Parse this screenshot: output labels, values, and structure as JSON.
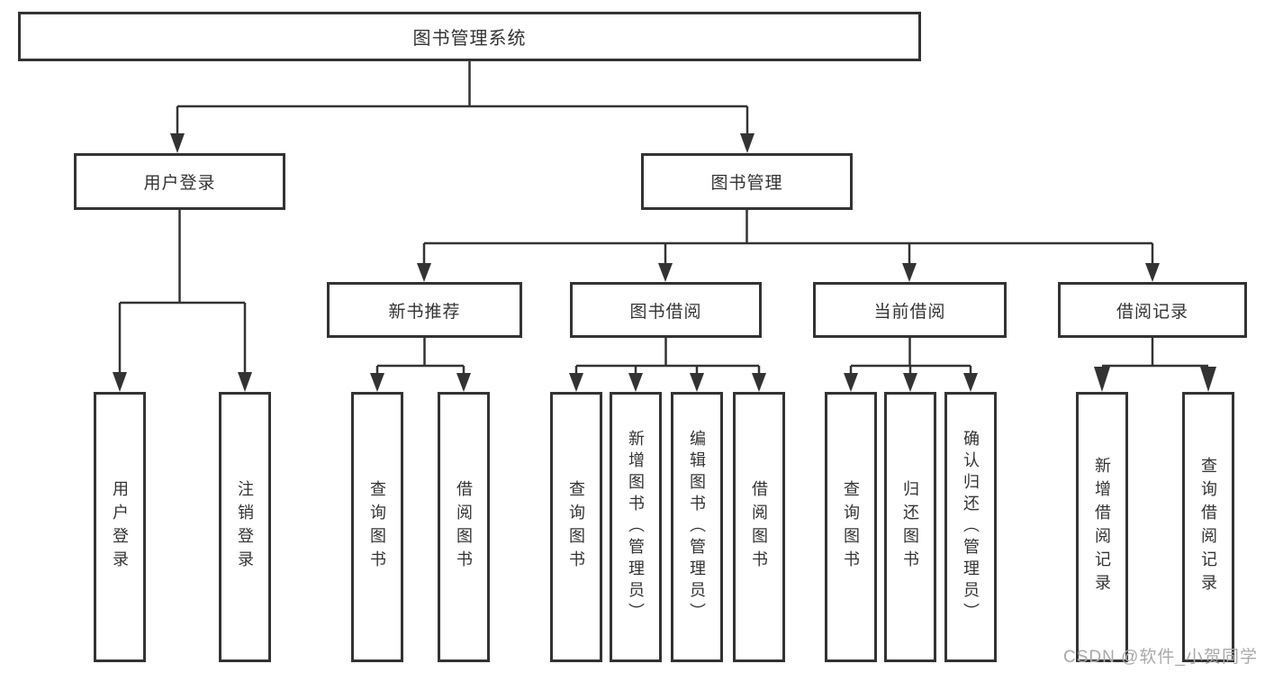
{
  "diagram_title": "图书管理系统",
  "watermark": "CSDN @软件_小贺同学",
  "colors": {
    "line": "#333333",
    "box_border": "#333333",
    "text": "#333333",
    "background": "#ffffff",
    "watermark": "#a9a9a9"
  },
  "tree": {
    "root": {
      "label": "图书管理系统"
    },
    "children": [
      {
        "label": "用户登录",
        "children": [
          {
            "label": "用户登录"
          },
          {
            "label": "注销登录"
          }
        ]
      },
      {
        "label": "图书管理",
        "children": [
          {
            "label": "新书推荐",
            "children": [
              {
                "label": "查询图书"
              },
              {
                "label": "借阅图书"
              }
            ]
          },
          {
            "label": "图书借阅",
            "children": [
              {
                "label": "查询图书"
              },
              {
                "label": "新增图书（管理员）"
              },
              {
                "label": "编辑图书（管理员）"
              },
              {
                "label": "借阅图书"
              }
            ]
          },
          {
            "label": "当前借阅",
            "children": [
              {
                "label": "查询图书"
              },
              {
                "label": "归还图书"
              },
              {
                "label": "确认归还（管理员）"
              }
            ]
          },
          {
            "label": "借阅记录",
            "children": [
              {
                "label": "新增借阅记录"
              },
              {
                "label": "查询借阅记录"
              }
            ]
          }
        ]
      }
    ]
  }
}
